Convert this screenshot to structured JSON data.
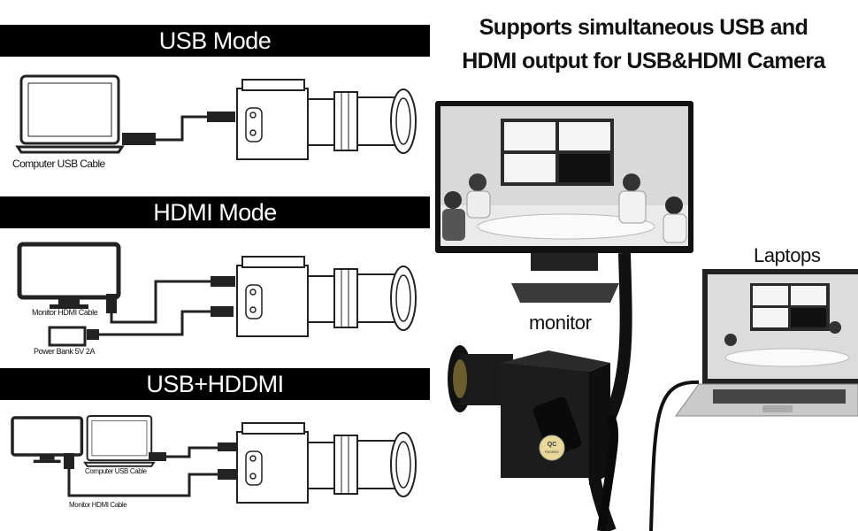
{
  "headline": {
    "line1": "Supports simultaneous USB and",
    "line2": "HDMI output for USB&HDMI Camera"
  },
  "sections": {
    "usb": {
      "title": "USB Mode",
      "label_computer": "Computer USB Cable"
    },
    "hdmi": {
      "title": "HDMI Mode",
      "label_monitor": "Monitor HDMI Cable",
      "label_power": "Power Bank 5V 2A"
    },
    "dual": {
      "title": "USB+HDDMI",
      "label_computer": "Computer USB Cable",
      "label_monitor": "Monitor HDMI Cable"
    }
  },
  "callouts": {
    "monitor": "monitor",
    "laptops": "Laptops"
  },
  "badge": {
    "line1": "QC",
    "line2": "PASSED"
  },
  "colors": {
    "band": "#000000",
    "background": "#ffffff"
  }
}
